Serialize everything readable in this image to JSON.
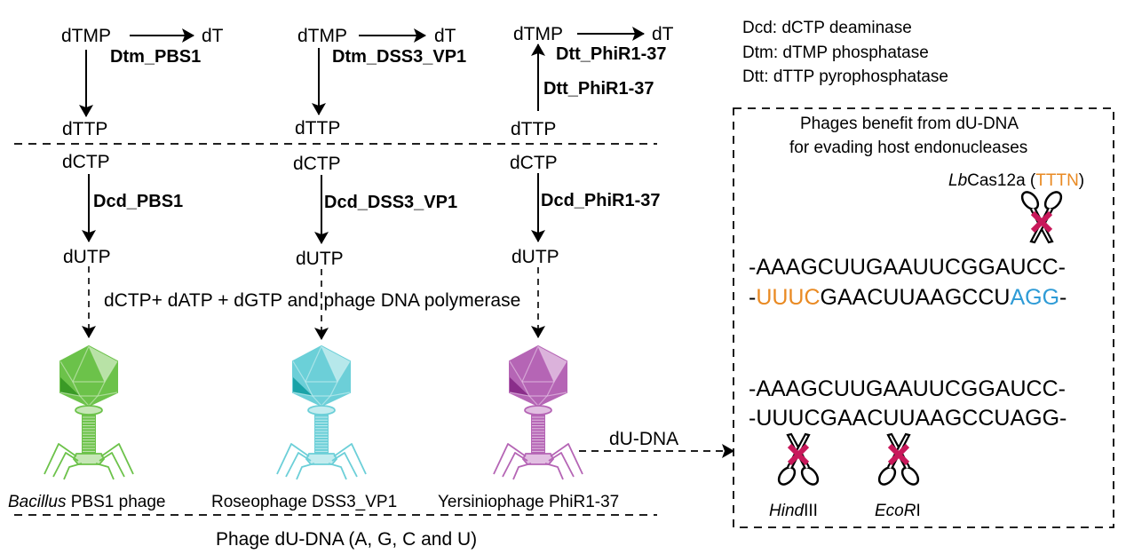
{
  "pathways": [
    {
      "id": "pbs1",
      "dtmp": "dTMP",
      "dt": "dT",
      "dttp": "dTTP",
      "thymine_enzyme": "Dtm_PBS1",
      "dctp": "dCTP",
      "dutp": "dUTP",
      "deaminase": "Dcd_PBS1"
    },
    {
      "id": "dss3",
      "dtmp": "dTMP",
      "dt": "dT",
      "dttp": "dTTP",
      "thymine_enzyme": "Dtm_DSS3_VP1",
      "dctp": "dCTP",
      "dutp": "dUTP",
      "deaminase": "Dcd_DSS3_VP1"
    },
    {
      "id": "phir1",
      "dtmp": "dTMP",
      "dt": "dT",
      "dttp": "dTTP",
      "thymine_enzyme": "Dtt_PhiR1-37",
      "thymine_enzyme_2": "Dtt_PhiR1-37",
      "dctp": "dCTP",
      "dutp": "dUTP",
      "deaminase": "Dcd_PhiR1-37"
    }
  ],
  "polymerase_note": "dCTP+ dATP + dGTP and phage DNA polymerase",
  "phages": [
    {
      "italic": "Bacillus",
      "name": " PBS1 phage",
      "color": "#6cc24a",
      "dark": "#3a9a26",
      "light": "#c6e7b6"
    },
    {
      "italic": "",
      "name": "Roseophage DSS3_VP1",
      "color": "#6ccfd8",
      "dark": "#1aa3a8",
      "light": "#c3ecef"
    },
    {
      "italic": "",
      "name": "Yersiniophage PhiR1-37",
      "color": "#b565b5",
      "dark": "#8a2d8a",
      "light": "#e2bfe2"
    }
  ],
  "bottom_caption": "Phage dU-DNA (A, G, C and U)",
  "legend": [
    "Dcd: dCTP deaminase",
    "Dtm: dTMP phosphatase",
    "Dtt: dTTP pyrophosphatase"
  ],
  "transfer_label": "dU-DNA",
  "box": {
    "title_line1": "Phages benefit from dU-DNA",
    "title_line2": "for evading host endonucleases",
    "cas_italic": "Lb",
    "cas_name": "Cas12a (",
    "cas_pam": "TTTN",
    "cas_close": ")",
    "seq1_top": "-AAAGCUUGAAUUCGGAUCC-",
    "seq1_bottom_dash": "-",
    "seq1_bottom_pam": "UUUC",
    "seq1_bottom_mid": "GAACUUAAGCCU",
    "seq1_bottom_site": "AGG",
    "seq1_bottom_end": "-",
    "seq2_top": "-AAAGCUUGAAUUCGGAUCC-",
    "seq2_bottom": "-UUUCGAACUUAAGCCUAGG-",
    "enzyme1_italic": "Hind",
    "enzyme1_rest": "III",
    "enzyme2_italic": "Eco",
    "enzyme2_r": "R",
    "enzyme2_rest": "I"
  },
  "colors": {
    "pam_orange": "#e98a23",
    "site_blue": "#2e9bd6",
    "block_cross": "#c8185a"
  }
}
